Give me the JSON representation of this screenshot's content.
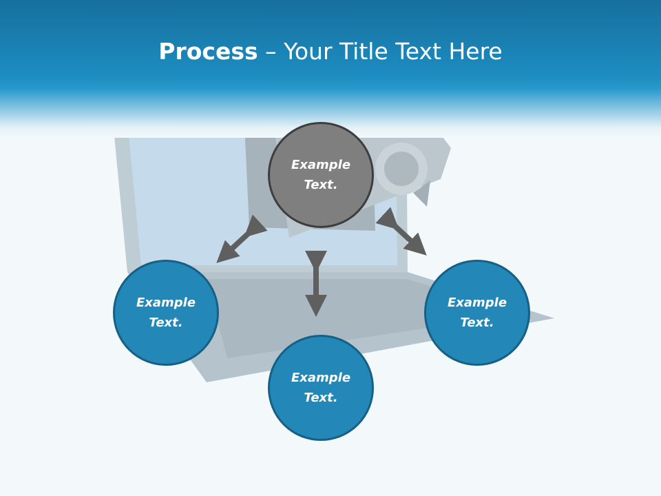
{
  "slide": {
    "title_bold": "Process",
    "title_sep": " – ",
    "title_rest": "Your Title Text Here"
  },
  "nodes": [
    {
      "id": "top",
      "text": "Example Text.",
      "color": "#7f7f7f"
    },
    {
      "id": "left",
      "text": "Example Text.",
      "color": "#2388b8"
    },
    {
      "id": "right",
      "text": "Example Text.",
      "color": "#2388b8"
    },
    {
      "id": "bottom",
      "text": "Example Text.",
      "color": "#2388b8"
    }
  ],
  "colors": {
    "header": "#1d8cc0",
    "arrow": "#5f5f5f",
    "node_gray": "#7f7f7f",
    "node_blue": "#2388b8"
  }
}
